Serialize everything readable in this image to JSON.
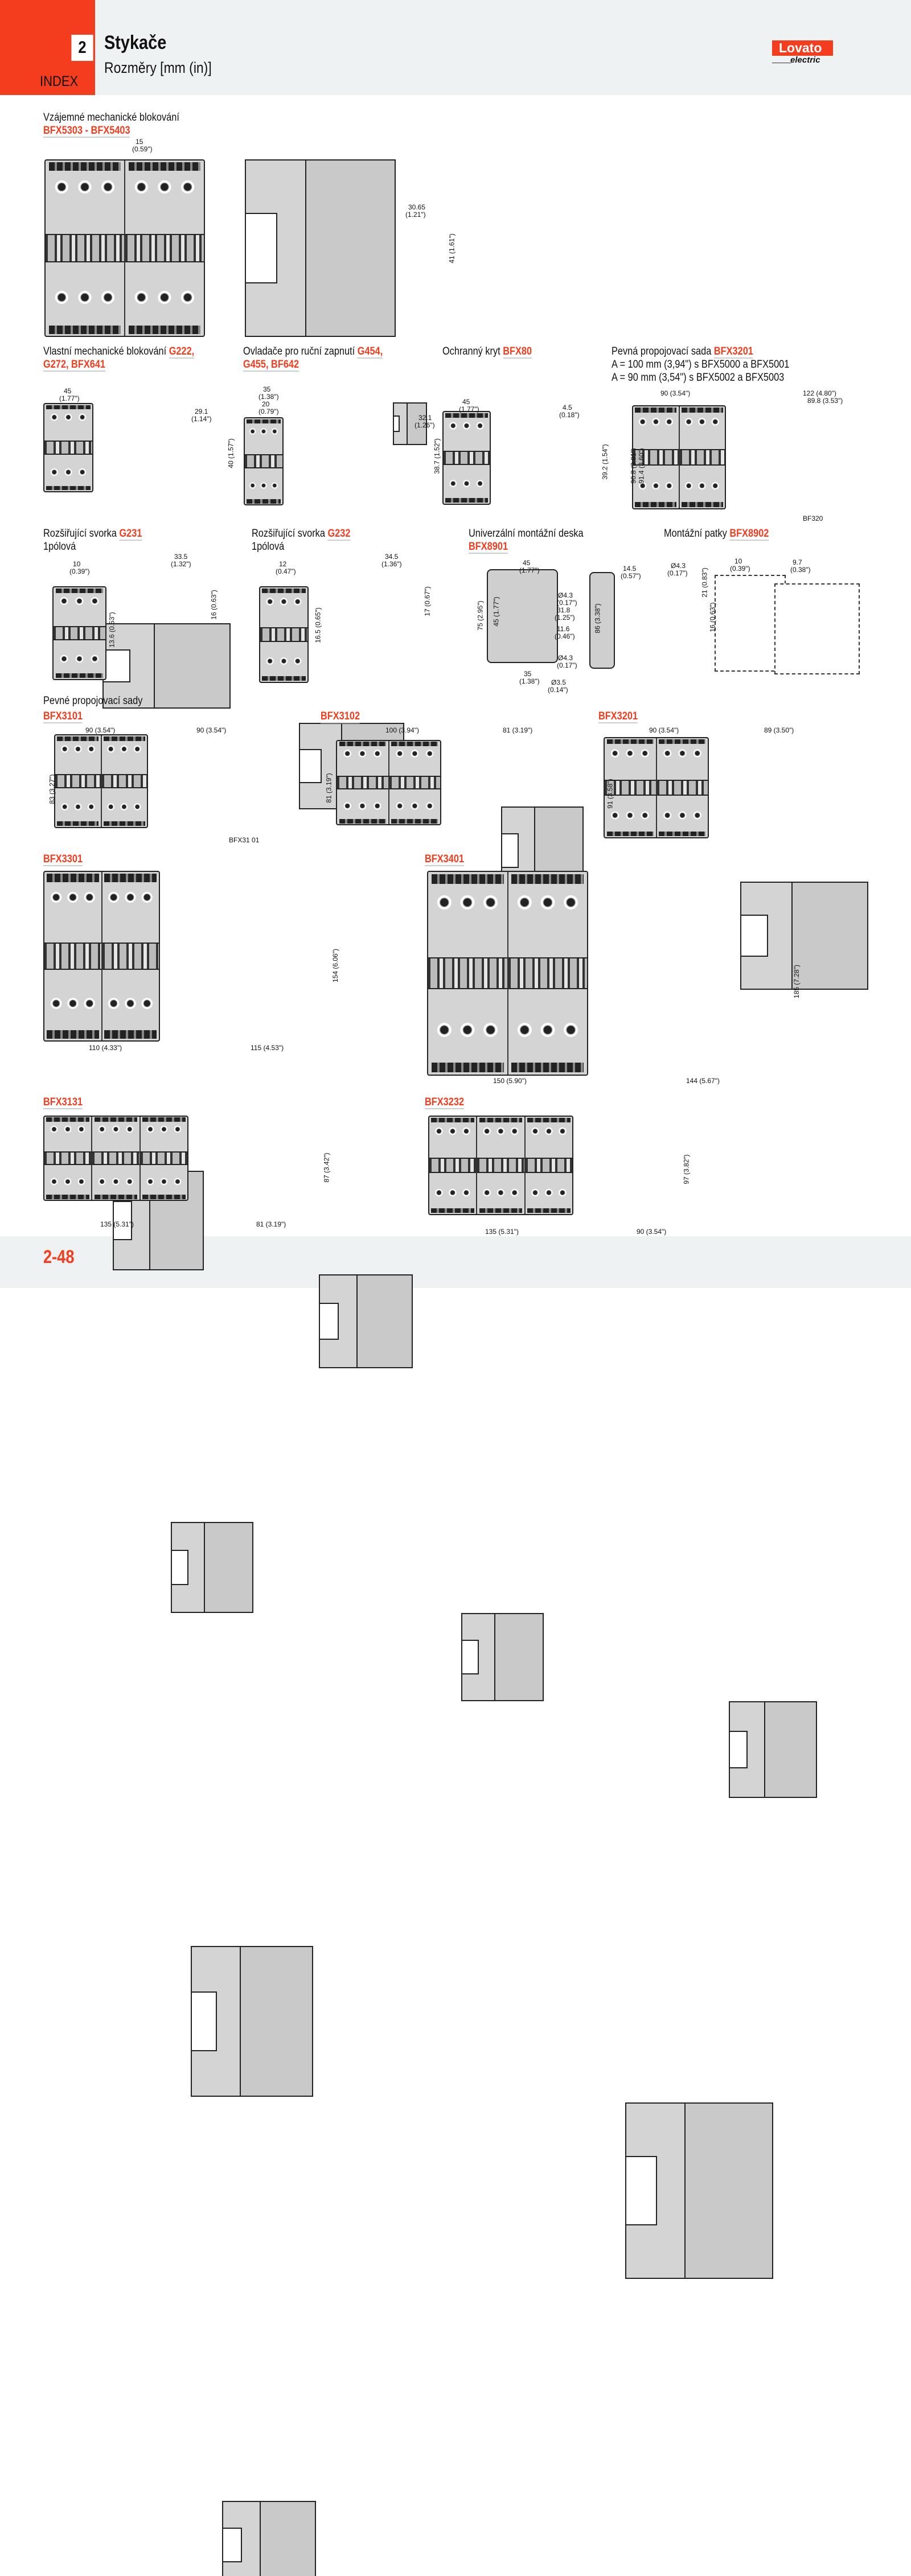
{
  "header": {
    "chapter": "2",
    "title": "Stykače",
    "subtitle": "Rozměry [mm (in)]",
    "index": "INDEX",
    "logo": "Lovato",
    "logo_sub": "electric"
  },
  "footer": {
    "page": "2-48"
  },
  "sections": {
    "s1": {
      "title": "Vzájemné mechanické blokování",
      "codes": "BFX5303 - BFX5403",
      "dims": [
        "15",
        "(0.59\")",
        "30.65",
        "(1.21\")",
        "41 (1.61\")"
      ]
    },
    "s2a": {
      "title": "Vlastní mechanické blokování ",
      "codes1": "G222,",
      "codes2": "G272, BFX641",
      "dims": [
        "45",
        "(1.77\")",
        "29.1",
        "(1.14\")",
        "40 (1.57\")"
      ]
    },
    "s2b": {
      "title": "Ovladače pro ruční zapnutí ",
      "codes1": "G454,",
      "codes2": "G455, BF642",
      "dims": [
        "35",
        "(1.38\")",
        "20",
        "(0.79\")",
        "32.1",
        "(1.26\")",
        "38.7 (1.52\")"
      ]
    },
    "s2c": {
      "title": "Ochranný kryt ",
      "codes": "BFX80",
      "dims": [
        "45",
        "(1.77\")",
        "4.5",
        "(0.18\")",
        "39.2 (1.54\")"
      ]
    },
    "s2d": {
      "title": "Pevná propojovací sada ",
      "codes": "BFX3201",
      "line1": "A = 100 mm (3,94\") s BFX5000 a BFX5001",
      "line2": "A = 90 mm (3,54\") s BFX5002 a BFX5003",
      "dims": [
        "90 (3.54\")",
        "122 (4.80\")",
        "89.8 (3.53\")",
        "96.8 (3.81\")",
        "91.4 (3.60\")",
        "BF320"
      ]
    },
    "s3a": {
      "title": "Rozšiřující svorka ",
      "codes": "G231",
      "sub": "1pólová",
      "dims": [
        "10",
        "(0.39\")",
        "33.5",
        "(1.32\")",
        "13.6 (0.53\")",
        "16 (0.63\")"
      ]
    },
    "s3b": {
      "title": "Rozšiřující svorka ",
      "codes": "G232",
      "sub": "1pólová",
      "dims": [
        "12",
        "(0.47\")",
        "34.5",
        "(1.36\")",
        "16.5 (0.65\")",
        "17 (0.67\")"
      ]
    },
    "s3c": {
      "title": "Univerzální montážní deska",
      "codes": "BFX8901",
      "dims": [
        "45",
        "(1.77\")",
        "14.5",
        "(0.57\")",
        "Ø4.3",
        "(0.17\")",
        "31.8",
        "(1.25\")",
        "11.6",
        "(0.46\")",
        "Ø4.3",
        "(0.17\")",
        "75 (2.95\")",
        "45 (1.77\")",
        "86 (3.38\")",
        "35",
        "(1.38\")",
        "Ø3.5",
        "(0.14\")"
      ]
    },
    "s3d": {
      "title": "Montážní patky ",
      "codes": "BFX8902",
      "dims": [
        "Ø4.3",
        "(0.17\")",
        "10",
        "(0.39\")",
        "21 (0.83\")",
        "16 (0.63\")",
        "9.7",
        "(0.38\")"
      ]
    },
    "s4a": {
      "title": "Pevné propojovací sady",
      "codes": "BFX3101",
      "dims": [
        "90 (3.54\")",
        "90 (3.54\")",
        "83 (3.27\")",
        "BFX31 01"
      ]
    },
    "s4b": {
      "codes": "BFX3102",
      "dims": [
        "100 (3.94\")",
        "81 (3.19\")",
        "81 (3.19\")"
      ]
    },
    "s4c": {
      "codes": "BFX3201",
      "dims": [
        "90 (3.54\")",
        "89 (3.50\")",
        "91 (3.58\")"
      ]
    },
    "s5a": {
      "codes": "BFX3301",
      "dims": [
        "110 (4.33\")",
        "115 (4.53\")",
        "154 (6.06\")"
      ]
    },
    "s5b": {
      "codes": "BFX3401",
      "dims": [
        "150 (5.90\")",
        "144 (5.67\")",
        "185 (7.28\")"
      ]
    },
    "s6a": {
      "codes": "BFX3131",
      "dims": [
        "135 (5.31\")",
        "81 (3.19\")",
        "87 (3.42\")"
      ]
    },
    "s6b": {
      "codes": "BFX3232",
      "dims": [
        "135 (5.31\")",
        "90 (3.54\")",
        "97 (3.82\")"
      ]
    }
  }
}
